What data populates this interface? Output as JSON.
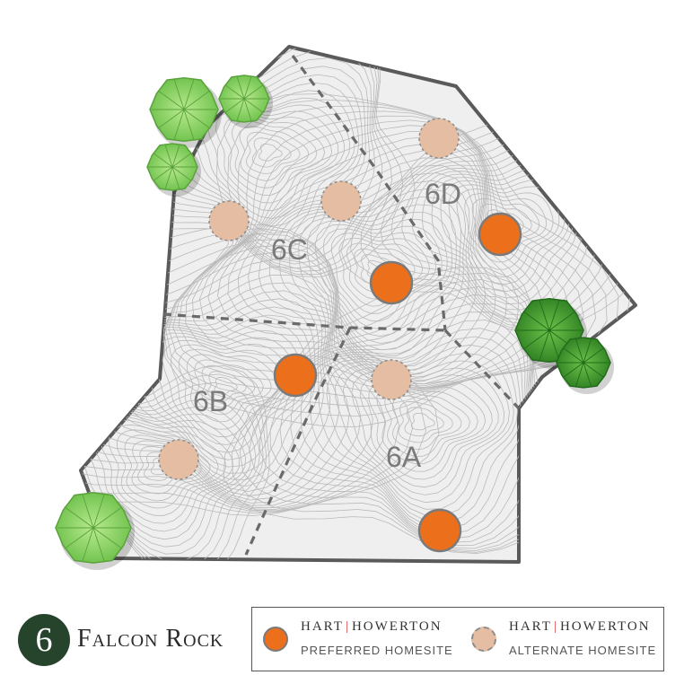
{
  "map": {
    "lots": [
      {
        "id": "6A",
        "label": "6A"
      },
      {
        "id": "6B",
        "label": "6B"
      },
      {
        "id": "6C",
        "label": "6C"
      },
      {
        "id": "6D",
        "label": "6D"
      }
    ],
    "colors": {
      "preferred_homesite": "#ec6f1c",
      "alternate_homesite": "#e5bda2",
      "boundary": "#5a5a5a",
      "terrain": "#efefef",
      "tree_light": "#8fd16b",
      "tree_dark": "#3f9a2e"
    }
  },
  "footer": {
    "number": "6",
    "site_name": "Falcon Rock",
    "legend": {
      "preferred": {
        "brand_left": "HART",
        "brand_right": "HOWERTON",
        "separator": "|",
        "caption": "PREFERRED HOMESITE"
      },
      "alternate": {
        "brand_left": "HART",
        "brand_right": "HOWERTON",
        "separator": "|",
        "caption": "ALTERNATE HOMESITE"
      }
    }
  }
}
